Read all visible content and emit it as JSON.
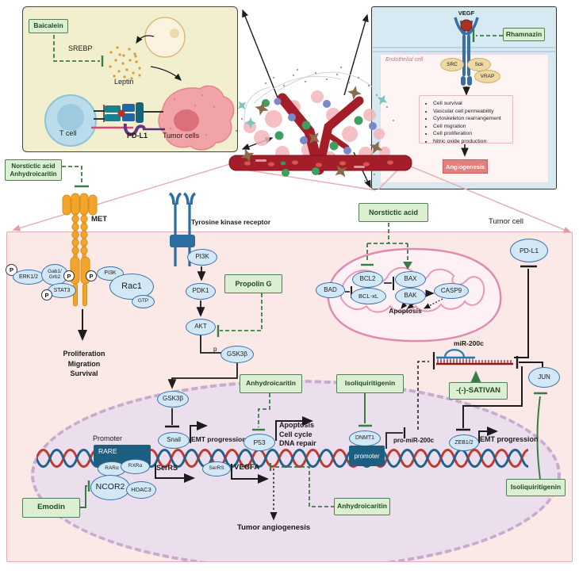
{
  "colors": {
    "green_box_fill": "#dcefd2",
    "green_box_border": "#4f7f53",
    "green_line": "#3a7d44",
    "oval_fill": "#d3e8f7",
    "oval_border": "#3a72a8",
    "teal_box": "#1d5f80",
    "panel_pink": "#fbe9e7",
    "nucleus_fill": "#ebdfed",
    "vessel_red": "#a31e28",
    "dna_red": "#c03a30",
    "dna_blue": "#21618c"
  },
  "immune_box": {
    "baicalein": "Baicalein",
    "srebp": "SREBP",
    "leptin": "Leptin",
    "t_cell": "T cell",
    "pd_l1": "PD-L1",
    "tumor_cells": "Tumor cells"
  },
  "endothelial_box": {
    "vegf": "VEGF",
    "rhamnazin": "Rhamnazin",
    "cell_label": "Endothelial cell",
    "src": "SRC",
    "sck": "Sck",
    "vrap": "VRAP",
    "effects": [
      "Cell survival",
      "Vascular cell permeability",
      "Cytoskeleton rearrangement",
      "Cell migration",
      "Cell proliferation",
      "Nitric oxide production"
    ],
    "angiogenesis": "Angiogenesis"
  },
  "met": {
    "inhibitors_line1": "Norstictic acid",
    "inhibitors_line2": "Anhydroicaritin",
    "receptor": "MET",
    "p": "P",
    "erk": "ERK1/2",
    "gab_line1": "Gab1/",
    "gab_line2": "Grb2",
    "stat3": "STAT3",
    "pi3k": "PI3K",
    "rac1": "Rac1",
    "gtp": "GTP",
    "outcomes": [
      "Proliferation",
      "Migration",
      "Survival"
    ]
  },
  "tkr": {
    "receptor": "Tyrosine kinase receptor",
    "pi3k": "PI3K",
    "pdk1": "PDK1",
    "akt": "AKT",
    "propolin": "Propolin G",
    "p": "p",
    "gsk3b": "GSK3β"
  },
  "mito": {
    "norstictic": "Norstictic acid",
    "bad": "BAD",
    "bcl2": "BCL2",
    "bclxl": "BCL-xL",
    "bax": "BAX",
    "bak": "BAK",
    "casp9": "CASP9",
    "apoptosis": "Apoptosis"
  },
  "tumor_cell_label": "Tumor cell",
  "mir": {
    "pdl1": "PD-L1",
    "label": "miR-200c",
    "jun": "JUN",
    "sativan": "-(-)-SATIVAN",
    "isoliquiritigenin": "Isoliquiritigenin",
    "zeb": "ZEB1/2",
    "emt": "EMT progression"
  },
  "nucleus": {
    "gsk3b": "GSK3β",
    "snail": "Snail",
    "emt": "EMT progression",
    "promoter_label": "Promoter",
    "rare": "RARE",
    "rara": "RARα",
    "rxra": "RXRα",
    "ncor2": "NCOR2",
    "hdac3": "HDAC3",
    "emodin": "Emodin",
    "serrs_bold": "SerRS",
    "serrs_oval": "SerRS",
    "p53": "P53",
    "p53_outcomes": [
      "Apoptosis",
      "Cell cycle",
      "DNA repair"
    ],
    "anhydroicaritin_upper": "Anhydroicaritin",
    "isoliquiritigenin": "Isoliquiritigenin",
    "dnmt1": "DNMT1",
    "promoter_box": "promoter",
    "pro_mir": "pro-miR-200c",
    "vegfa": "VEGFA",
    "anhydroicaritin_lower": "Anhydroicaritin",
    "tumor_angiogenesis": "Tumor angiogenesis"
  }
}
